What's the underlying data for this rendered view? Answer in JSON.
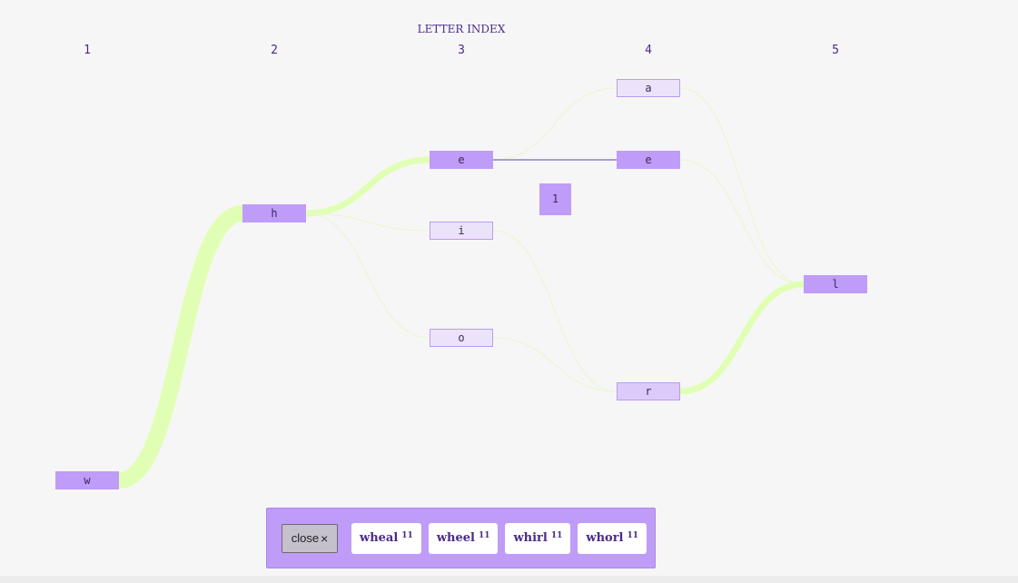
{
  "title": "LETTER INDEX",
  "columns": [
    "1",
    "2",
    "3",
    "4",
    "5"
  ],
  "nodes": [
    {
      "id": "w1",
      "label": "w",
      "col": 1,
      "style": "strong"
    },
    {
      "id": "h2",
      "label": "h",
      "col": 2,
      "style": "strong"
    },
    {
      "id": "e3",
      "label": "e",
      "col": 3,
      "style": "strong"
    },
    {
      "id": "i3",
      "label": "i",
      "col": 3,
      "style": "weak"
    },
    {
      "id": "o3",
      "label": "o",
      "col": 3,
      "style": "weak"
    },
    {
      "id": "a4",
      "label": "a",
      "col": 4,
      "style": "weak"
    },
    {
      "id": "e4",
      "label": "e",
      "col": 4,
      "style": "strong"
    },
    {
      "id": "r4",
      "label": "r",
      "col": 4,
      "style": "mid"
    },
    {
      "id": "l5",
      "label": "l",
      "col": 5,
      "style": "strong"
    }
  ],
  "links": [
    {
      "from": "w1",
      "to": "h2",
      "weight": "heavy"
    },
    {
      "from": "h2",
      "to": "e3",
      "weight": "medium"
    },
    {
      "from": "h2",
      "to": "i3",
      "weight": "thin"
    },
    {
      "from": "h2",
      "to": "o3",
      "weight": "thin"
    },
    {
      "from": "e3",
      "to": "a4",
      "weight": "thin"
    },
    {
      "from": "e3",
      "to": "e4",
      "weight": "highlight"
    },
    {
      "from": "i3",
      "to": "r4",
      "weight": "thin"
    },
    {
      "from": "o3",
      "to": "r4",
      "weight": "thin"
    },
    {
      "from": "a4",
      "to": "l5",
      "weight": "thin"
    },
    {
      "from": "e4",
      "to": "l5",
      "weight": "thin"
    },
    {
      "from": "r4",
      "to": "l5",
      "weight": "medium"
    }
  ],
  "tooltip": {
    "value": "1"
  },
  "panel": {
    "close_label": "close",
    "close_symbol": "×",
    "words": [
      {
        "word": "wheal",
        "count": "11"
      },
      {
        "word": "wheel",
        "count": "11"
      },
      {
        "word": "whirl",
        "count": "11"
      },
      {
        "word": "whorl",
        "count": "11"
      }
    ]
  },
  "colors": {
    "link": "#e0ffb4",
    "link_thin": "#e8f7cf",
    "highlight": "#8d7fc9",
    "node_strong": "#bf9cf7",
    "node_weak": "#ece3fb",
    "text": "#4b2a8a"
  }
}
